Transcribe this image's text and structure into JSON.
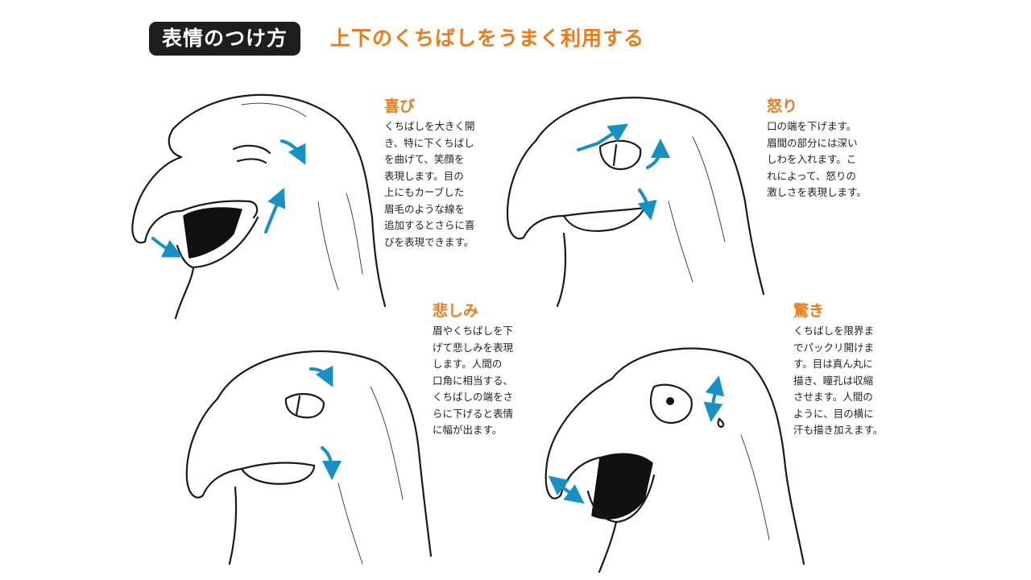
{
  "header": {
    "tag": "表情のつけ方",
    "title": "上下のくちばしをうまく利用する"
  },
  "emotions": [
    {
      "title": "喜び",
      "lines": [
        "くちばしを大きく開",
        "き、特に下くちばし",
        "を曲げて、笑顔を",
        "表現します。目の",
        "上にもカーブした",
        "眉毛のような線を",
        "追加するとさらに喜",
        "びを表現できます。"
      ]
    },
    {
      "title": "怒り",
      "lines": [
        "口の端を下げます。",
        "眉間の部分には深い",
        "しわを入れます。こ",
        "れによって、怒りの",
        "激しさを表現します。"
      ]
    },
    {
      "title": "悲しみ",
      "lines": [
        "眉やくちばしを下",
        "げて悲しみを表現",
        "します。人間の",
        "口角に相当する、",
        "くちばしの端をさ",
        "らに下げると表情",
        "に幅が出ます。"
      ]
    },
    {
      "title": "驚き",
      "lines": [
        "くちばしを限界ま",
        "でパックリ開けま",
        "す。目は真ん丸に",
        "描き、瞳孔は収縮",
        "させます。人間の",
        "ように、目の横に",
        "汗も描き加えます。"
      ]
    }
  ],
  "colors": {
    "accent": "#e87c1e",
    "arrow": "#1591c6",
    "ink": "#1a1a1a"
  }
}
